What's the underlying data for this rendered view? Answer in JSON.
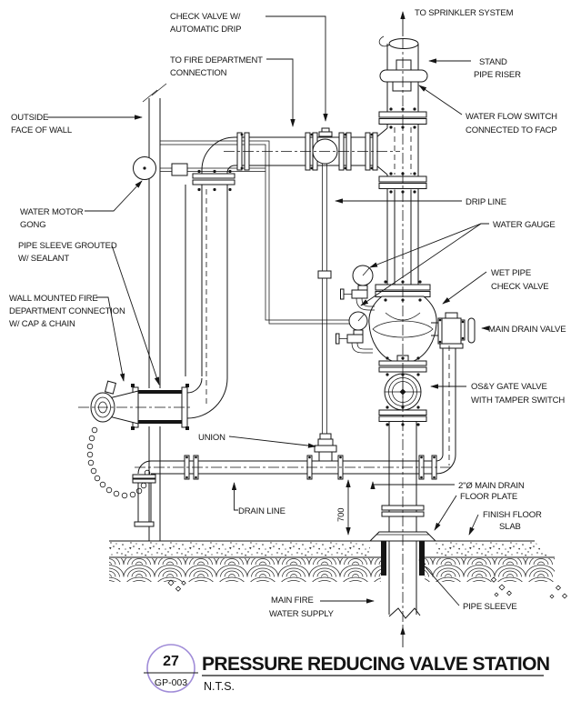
{
  "drawing": {
    "callout_number": "27",
    "callout_sheet": "GP-003",
    "title": "PRESSURE REDUCING VALVE STATION",
    "scale": "N.T.S.",
    "accent_color": "#a08cd8",
    "line_color": "#151515"
  },
  "dimensions": {
    "drain_height": "700"
  },
  "labels": {
    "check_valve": [
      "CHECK VALVE W/",
      "AUTOMATIC DRIP"
    ],
    "to_fire_department": [
      "TO FIRE DEPARTMENT",
      "CONNECTION"
    ],
    "to_sprinkler": "TO SPRINKLER SYSTEM",
    "stand_pipe_riser": [
      "STAND",
      "PIPE RISER"
    ],
    "outside_face": [
      "OUTSIDE",
      "FACE OF WALL"
    ],
    "water_flow_switch": [
      "WATER FLOW SWITCH",
      "CONNECTED TO FACP"
    ],
    "drip_line": "DRIP LINE",
    "water_gauge": "WATER GAUGE",
    "water_motor_gong": [
      "WATER MOTOR",
      "GONG"
    ],
    "pipe_sleeve_grouted": [
      "PIPE SLEEVE GROUTED",
      "W/ SEALANT"
    ],
    "wet_pipe_check_valve": [
      "WET PIPE",
      "CHECK VALVE"
    ],
    "wall_mounted_fdc": [
      "WALL MOUNTED FIRE",
      "DEPARTMENT CONNECTION",
      "W/ CAP & CHAIN"
    ],
    "main_drain_valve": "MAIN DRAIN VALVE",
    "osy_gate_valve": [
      "OS&Y GATE VALVE",
      "WITH TAMPER SWITCH"
    ],
    "union": "UNION",
    "main_drain": "2\"Ø MAIN DRAIN",
    "floor_plate": "FLOOR PLATE",
    "finish_floor_slab": [
      "FINISH FLOOR",
      "SLAB"
    ],
    "drain_line": "DRAIN LINE",
    "pipe_sleeve": "PIPE SLEEVE",
    "main_fire_water_supply": [
      "MAIN FIRE",
      "WATER SUPPLY"
    ]
  }
}
